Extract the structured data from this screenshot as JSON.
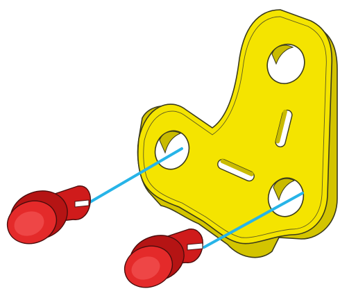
{
  "diagram": {
    "kind": "exploded-assembly",
    "parts": [
      {
        "name": "corner-bracket",
        "color": "#f4e400"
      },
      {
        "name": "push-rivet-upper",
        "color": "#e01f1f"
      },
      {
        "name": "push-rivet-lower",
        "color": "#e01f1f"
      }
    ],
    "assembly_line_color": "#27b4e8",
    "outline_color": "#3a3a1a"
  }
}
